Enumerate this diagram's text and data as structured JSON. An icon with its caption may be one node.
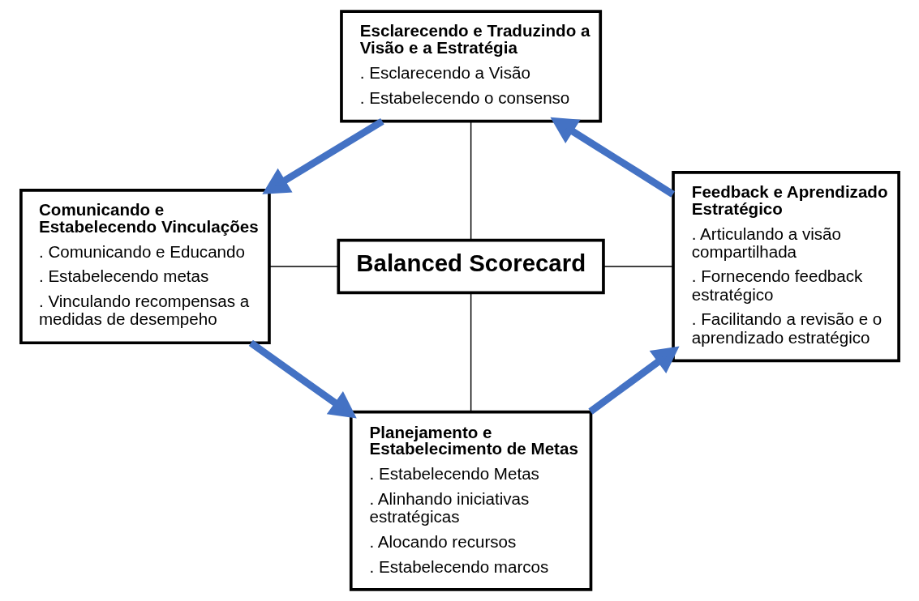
{
  "diagram": {
    "nodes": [
      {
        "text": [
          "Esclarecendo e Traduzindo a Visão e a Estratégia",
          ". Esclarecendo a Visão",
          ". Estabelecendo o consenso"
        ]
      },
      {
        "text": [
          "Comunicando e Estabelecendo Vinculações",
          ". Comunicando e Educando",
          ". Estabelecendo metas",
          ". Vinculando recompensas a medidas de desempeho"
        ]
      },
      {
        "text": [
          "Balanced Scorecard"
        ]
      },
      {
        "text": [
          "Feedback e Aprendizado Estratégico",
          ". Articulando a visão compartilhada",
          ". Fornecendo feedback estratégico",
          ". Facilitando a revisão e o aprendizado estratégico"
        ]
      },
      {
        "text": [
          "Planejamento e Estabelecimento de Metas",
          ". Estabelecendo Metas",
          ". Alinhando iniciativas estratégicas",
          ". Alocando recursos",
          ". Estabelecendo marcos"
        ]
      }
    ],
    "edges": [
      {
        "from": 0,
        "to": 2,
        "arrow": "none"
      },
      {
        "from": 1,
        "to": 2,
        "arrow": "none"
      },
      {
        "from": 2,
        "to": 3,
        "arrow": "none"
      },
      {
        "from": 2,
        "to": 4,
        "arrow": "none"
      },
      {
        "from": 0,
        "to": 1,
        "arrow": "to",
        "style": "thick",
        "color": "#4472c4"
      },
      {
        "from": 1,
        "to": 4,
        "arrow": "to",
        "style": "thick",
        "color": "#4472c4"
      },
      {
        "from": 4,
        "to": 3,
        "arrow": "to",
        "style": "thick",
        "color": "#4472c4"
      },
      {
        "from": 3,
        "to": 0,
        "arrow": "to",
        "style": "thick",
        "color": "#4472c4"
      }
    ]
  }
}
